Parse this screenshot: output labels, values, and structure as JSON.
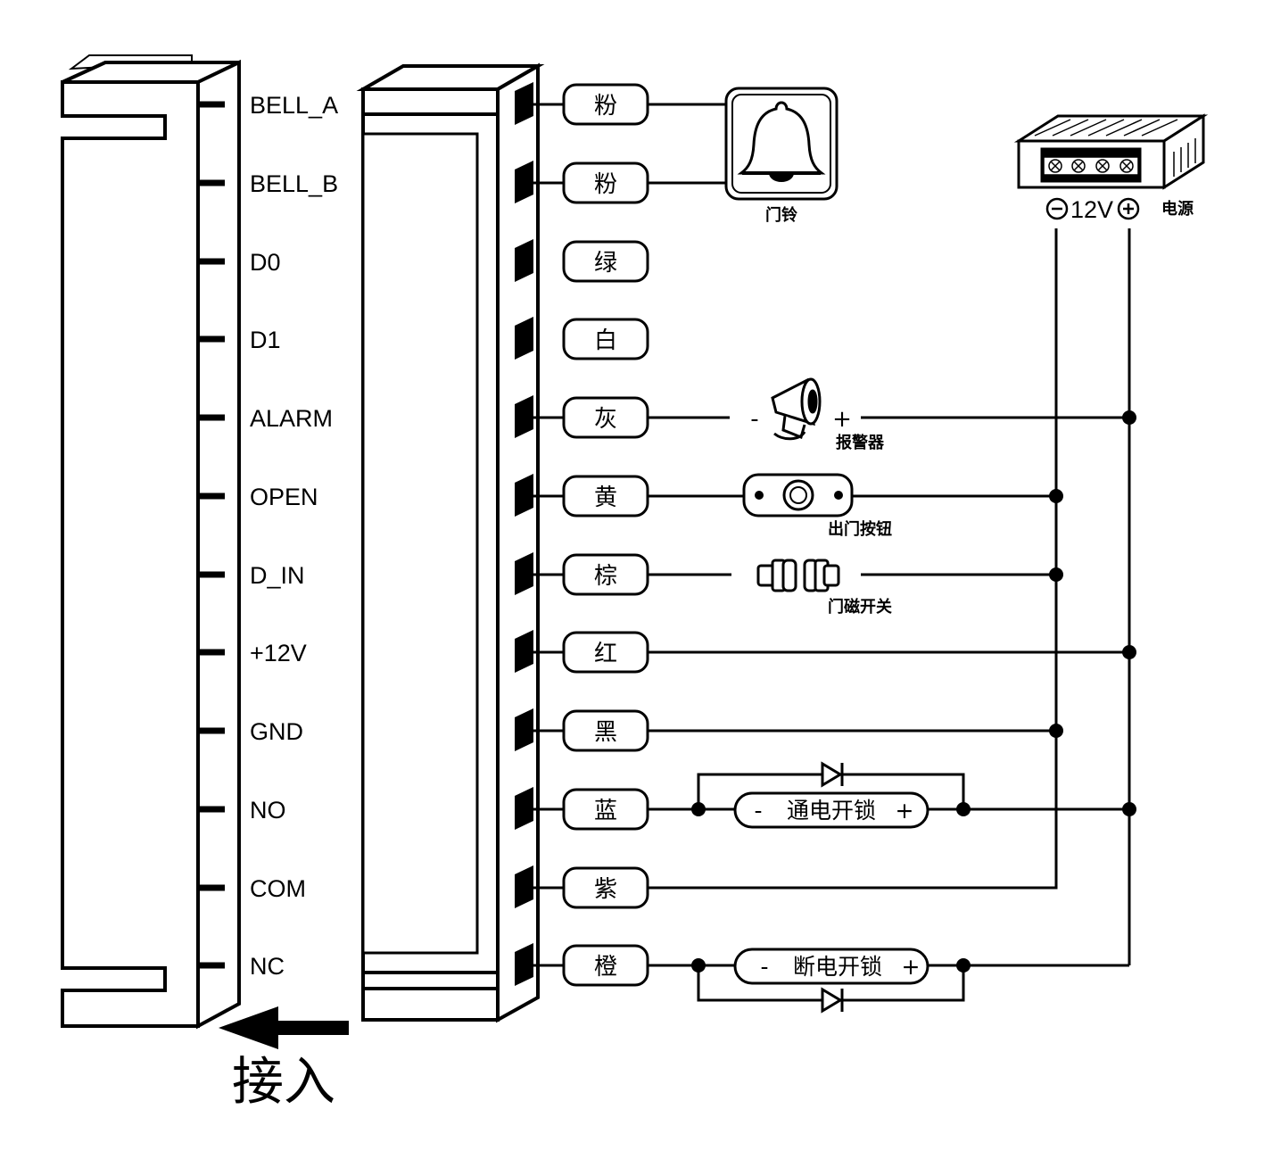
{
  "pins": [
    {
      "name": "BELL_A",
      "wire": "粉"
    },
    {
      "name": "BELL_B",
      "wire": "粉"
    },
    {
      "name": "D0",
      "wire": "绿"
    },
    {
      "name": "D1",
      "wire": "白"
    },
    {
      "name": "ALARM",
      "wire": "灰"
    },
    {
      "name": "OPEN",
      "wire": "黄"
    },
    {
      "name": "D_IN",
      "wire": "棕"
    },
    {
      "name": "+12V",
      "wire": "红"
    },
    {
      "name": "GND",
      "wire": "黑"
    },
    {
      "name": "NO",
      "wire": "蓝"
    },
    {
      "name": "COM",
      "wire": "紫"
    },
    {
      "name": "NC",
      "wire": "橙"
    }
  ],
  "devices": {
    "bell": "门铃",
    "alarm": "报警器",
    "exit_button": "出门按钮",
    "door_sensor": "门磁开关",
    "power_supply": "电源",
    "power_voltage": "12V",
    "fail_secure_lock": "通电开锁",
    "fail_safe_lock": "断电开锁",
    "minus": "-",
    "plus": "+"
  },
  "insert_label": "接入"
}
